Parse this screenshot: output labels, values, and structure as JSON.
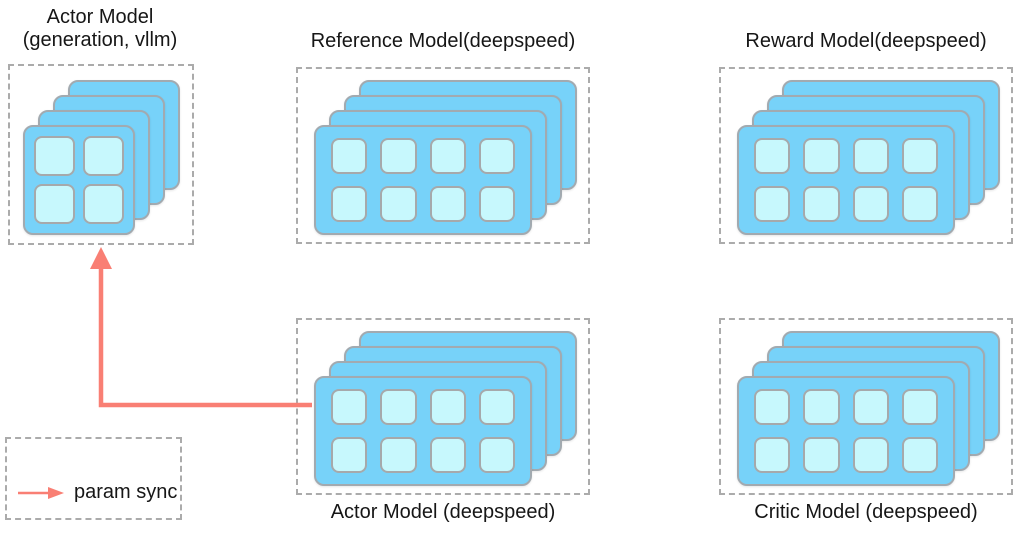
{
  "groups": {
    "actor_vllm": {
      "title_line1": "Actor Model",
      "title_line2": "(generation, vllm)",
      "gpu_stack": {
        "layers": 4,
        "rows": 2,
        "cols": 2
      }
    },
    "reference": {
      "title": "Reference Model(deepspeed)",
      "gpu_stack": {
        "layers": 4,
        "rows": 2,
        "cols": 4
      }
    },
    "reward": {
      "title": "Reward Model(deepspeed)",
      "gpu_stack": {
        "layers": 4,
        "rows": 2,
        "cols": 4
      }
    },
    "actor_deepspeed": {
      "title": "Actor Model (deepspeed)",
      "gpu_stack": {
        "layers": 4,
        "rows": 2,
        "cols": 4
      }
    },
    "critic": {
      "title": "Critic Model (deepspeed)",
      "gpu_stack": {
        "layers": 4,
        "rows": 2,
        "cols": 4
      }
    }
  },
  "legend": {
    "label": "param sync"
  },
  "connector": {
    "type": "param-sync-arrow",
    "from": "Actor Model (deepspeed)",
    "to": "Actor Model (generation, vllm)"
  },
  "colors": {
    "gpu_card": "#77d2f9",
    "gpu_cell": "#c7f8fd",
    "card_border": "#a2aab0",
    "dashed_border": "#ababab",
    "param_sync_arrow": "#f97f74",
    "text": "#161616"
  }
}
